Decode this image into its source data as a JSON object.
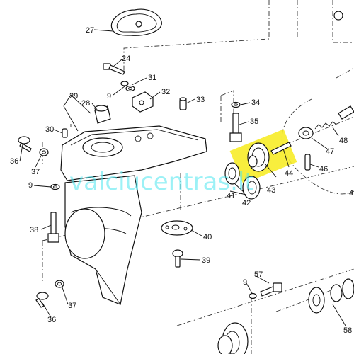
{
  "watermark": "valciucentras.lt",
  "callouts": [
    {
      "id": "27",
      "text": "27"
    },
    {
      "id": "24",
      "text": "24"
    },
    {
      "id": "31",
      "text": "31"
    },
    {
      "id": "9a",
      "text": "9"
    },
    {
      "id": "32",
      "text": "32"
    },
    {
      "id": "29",
      "text": "29"
    },
    {
      "id": "28",
      "text": "28"
    },
    {
      "id": "33",
      "text": "33"
    },
    {
      "id": "34",
      "text": "34"
    },
    {
      "id": "35",
      "text": "35"
    },
    {
      "id": "30",
      "text": "30"
    },
    {
      "id": "36a",
      "text": "36"
    },
    {
      "id": "37a",
      "text": "37"
    },
    {
      "id": "9b",
      "text": "9"
    },
    {
      "id": "38",
      "text": "38"
    },
    {
      "id": "41",
      "text": "41"
    },
    {
      "id": "42",
      "text": "42"
    },
    {
      "id": "43",
      "text": "43"
    },
    {
      "id": "44",
      "text": "44"
    },
    {
      "id": "47",
      "text": "47"
    },
    {
      "id": "46",
      "text": "46"
    },
    {
      "id": "48",
      "text": "48"
    },
    {
      "id": "40",
      "text": "40"
    },
    {
      "id": "39",
      "text": "39"
    },
    {
      "id": "37b",
      "text": "37"
    },
    {
      "id": "36b",
      "text": "36"
    },
    {
      "id": "9c",
      "text": "9"
    },
    {
      "id": "57",
      "text": "57"
    },
    {
      "id": "58",
      "text": "58"
    },
    {
      "id": "4",
      "text": "4"
    }
  ]
}
